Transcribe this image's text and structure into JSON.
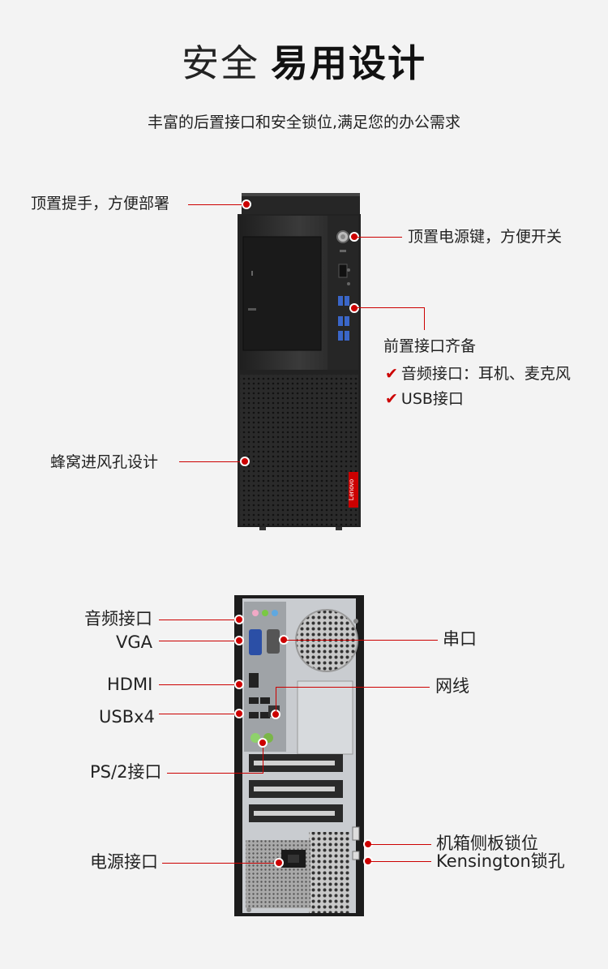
{
  "header": {
    "title_light": "安全",
    "title_bold": "易用设计",
    "subtitle": "丰富的后置接口和安全锁位,满足您的办公需求"
  },
  "front": {
    "handle_label": "顶置提手，方便部署",
    "power_label": "顶置电源键，方便开关",
    "front_ports_label": "前置接口齐备",
    "front_ports_items": [
      "音频接口：耳机、麦克风",
      "USB接口"
    ],
    "vent_label": "蜂窝进风孔设计",
    "brand": "Lenovo"
  },
  "rear": {
    "audio_label": "音频接口",
    "vga_label": "VGA",
    "hdmi_label": "HDMI",
    "usb_label": "USBx4",
    "ps2_label": "PS/2接口",
    "power_label": "电源接口",
    "serial_label": "串口",
    "network_label": "网线",
    "side_lock_label": "机箱侧板锁位",
    "kensington_label": "Kensington锁孔"
  },
  "colors": {
    "accent": "#cc0000",
    "case": "#2b2b2b",
    "background": "#f3f3f3"
  }
}
